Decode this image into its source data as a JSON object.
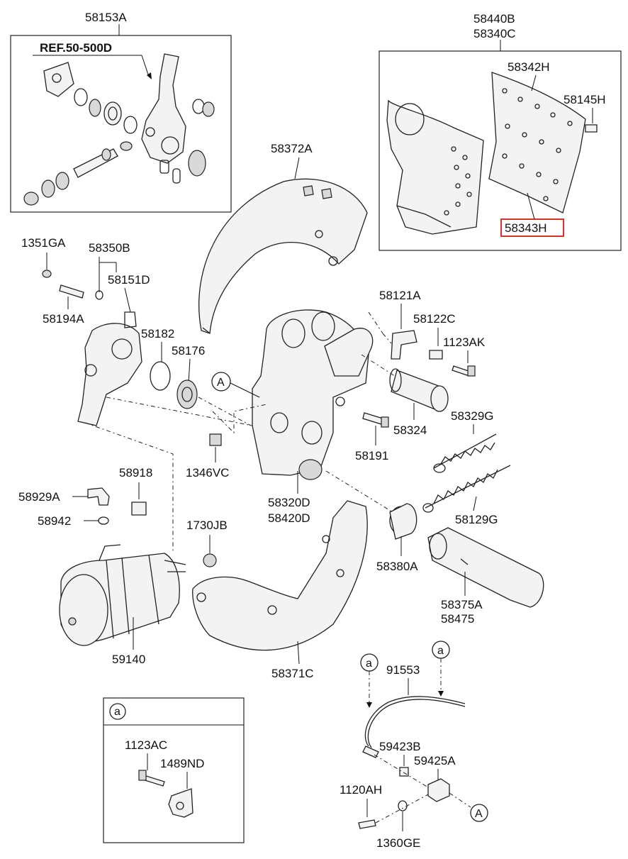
{
  "labels": {
    "p58153A": "58153A",
    "ref": "REF.50-500D",
    "p58440B": "58440B",
    "p58340C": "58340C",
    "p58342H": "58342H",
    "p58145H": "58145H",
    "p58343H": "58343H",
    "p58372A": "58372A",
    "p1351GA": "1351GA",
    "p58350B": "58350B",
    "p58151D": "58151D",
    "p58194A": "58194A",
    "p58182": "58182",
    "p58176": "58176",
    "p58121A": "58121A",
    "p58122C": "58122C",
    "p1123AK": "1123AK",
    "p58329G": "58329G",
    "p58324": "58324",
    "p58191": "58191",
    "p1346VC": "1346VC",
    "p58918": "58918",
    "p58929A": "58929A",
    "p58942": "58942",
    "p58320D": "58320D",
    "p58420D": "58420D",
    "p58129G": "58129G",
    "p1730JB": "1730JB",
    "p58380A": "58380A",
    "p58375A": "58375A",
    "p58475": "58475",
    "p59140": "59140",
    "p58371C": "58371C",
    "p91553": "91553",
    "p1123AC": "1123AC",
    "p1489ND": "1489ND",
    "p59423B": "59423B",
    "p59425A": "59425A",
    "p1120AH": "1120AH",
    "p1360GE": "1360GE"
  },
  "callouts": {
    "A": "A",
    "a": "a"
  },
  "highlighted_part": "58343H",
  "colors": {
    "highlight": "#e0302b",
    "line": "#222222",
    "background": "#ffffff"
  }
}
